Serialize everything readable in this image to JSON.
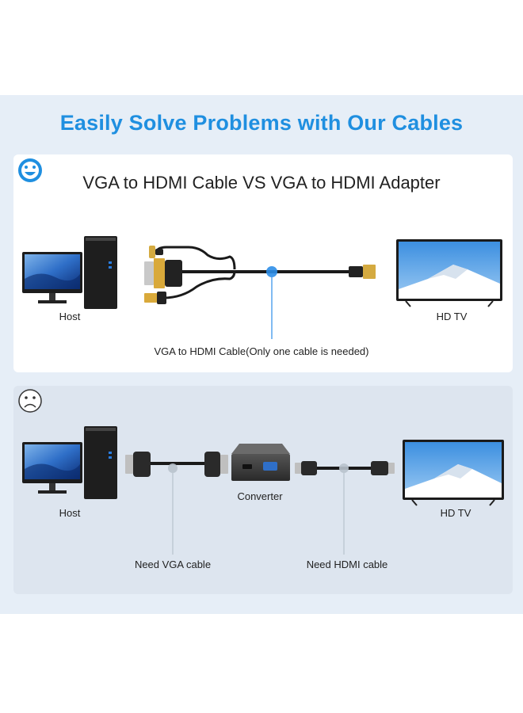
{
  "headline": "Easily Solve Problems with Our Cables",
  "colors": {
    "accent": "#1f8fe0",
    "band": "#e6eef7",
    "panel2": "#dde5ef"
  },
  "top_panel": {
    "title": "VGA to HDMI Cable VS VGA to HDMI Adapter",
    "emoji": "happy-face-icon",
    "source_label": "Host",
    "target_label": "HD TV",
    "cable_label": "VGA to HDMI Cable(Only one cable is needed)"
  },
  "bottom_panel": {
    "emoji": "sad-face-icon",
    "source_label": "Host",
    "converter_label": "Converter",
    "target_label": "HD TV",
    "vga_label": "Need VGA cable",
    "hdmi_label": "Need HDMI cable"
  }
}
